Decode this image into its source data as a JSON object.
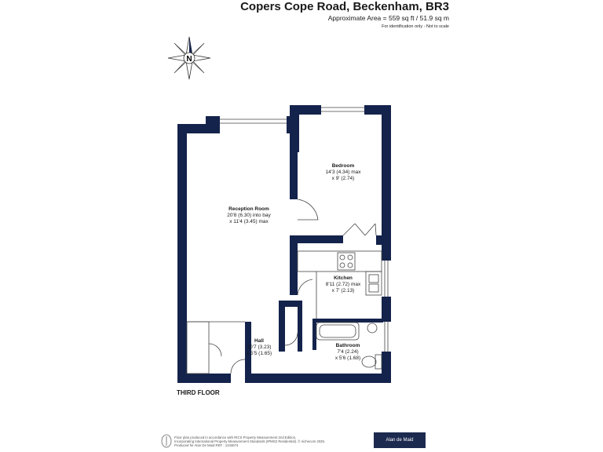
{
  "header": {
    "title": "Copers Cope Road, Beckenham, BR3",
    "area": "Approximate Area = 559 sq ft / 51.9 sq m",
    "note": "For identification only - Not to scale"
  },
  "compass": {
    "label": "N"
  },
  "rooms": {
    "reception": {
      "name": "Reception Room",
      "dim1": "20'8 (6.30) into bay",
      "dim2": "x 11'4 (3.45) max"
    },
    "bedroom": {
      "name": "Bedroom",
      "dim1": "14'3 (4.34) max",
      "dim2": "x 9' (2.74)"
    },
    "kitchen": {
      "name": "Kitchen",
      "dim1": "8'11 (2.72) max",
      "dim2": "x 7' (2.13)"
    },
    "hall": {
      "name": "Hall",
      "dim1": "10'7 (3.23)",
      "dim2": "x 5'5 (1.65)"
    },
    "bathroom": {
      "name": "Bathroom",
      "dim1": "7'4 (2.24)",
      "dim2": "x 5'6 (1.68)"
    }
  },
  "floor_label": "THIRD FLOOR",
  "footer": {
    "line1": "Floor plan produced in accordance with RICS Property Measurement 2nd Edition,",
    "line2": "Incorporating International Property Measurement Standards (IPMS2 Residential). © nichecom 2025.",
    "line3": "Produced for Alan De Maid   REF : 1343674"
  },
  "agent_badge": "Alan de Maid",
  "colors": {
    "wall": "#14234b",
    "line": "#444444"
  }
}
